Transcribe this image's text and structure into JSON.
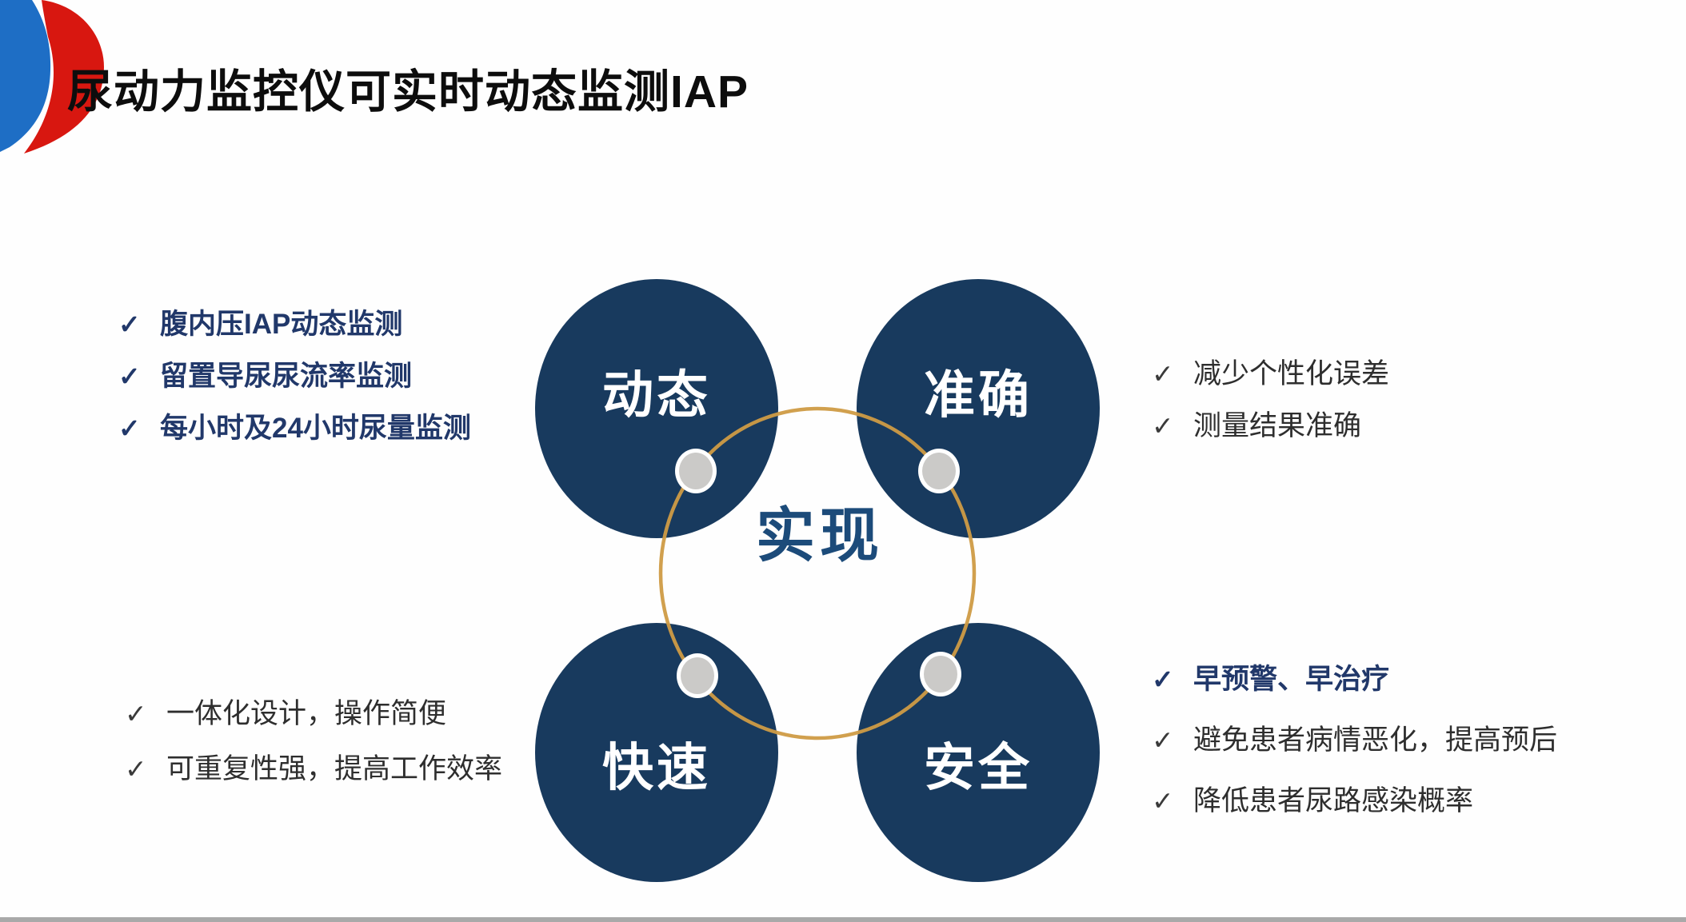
{
  "header": {
    "title": "尿动力监控仪可实时动态监测IAP"
  },
  "icons": {
    "check": "✓"
  },
  "diagram": {
    "center_label": "实现",
    "circles": [
      {
        "label": "动态"
      },
      {
        "label": "准确"
      },
      {
        "label": "快速"
      },
      {
        "label": "安全"
      }
    ],
    "colors": {
      "circle_navy": "#183a5e",
      "ring_gold": "#cf9b45",
      "dot_gray": "#cbcac8",
      "center_text_navy": "#1c4b7a"
    }
  },
  "bullets": {
    "top_left": {
      "items": [
        {
          "text": "腹内压IAP动态监测",
          "emphasis": true
        },
        {
          "text": "留置导尿尿流率监测",
          "emphasis": true
        },
        {
          "text": "每小时及24小时尿量监测",
          "emphasis": true
        }
      ]
    },
    "top_right": {
      "items": [
        {
          "text": "减少个性化误差",
          "emphasis": false
        },
        {
          "text": "测量结果准确",
          "emphasis": false
        }
      ]
    },
    "bottom_left": {
      "items": [
        {
          "text": "一体化设计，操作简便",
          "emphasis": false
        },
        {
          "text": "可重复性强，提高工作效率",
          "emphasis": false
        }
      ]
    },
    "bottom_right": {
      "items": [
        {
          "text": "早预警、早治疗",
          "emphasis": true
        },
        {
          "text": "避免患者病情恶化，提高预后",
          "emphasis": false
        },
        {
          "text": "降低患者尿路感染概率",
          "emphasis": false
        }
      ]
    }
  },
  "colors": {
    "emphasis_navy": "#21386a",
    "body_text": "#2e2e2e",
    "title_text": "#0d0d0d",
    "logo_red": "#d81710",
    "logo_blue": "#1e6ec5"
  }
}
